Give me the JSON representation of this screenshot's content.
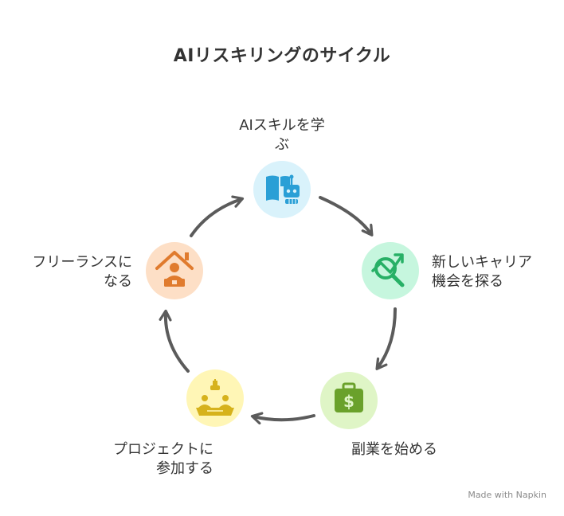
{
  "title": "AIリスキリングのサイクル",
  "steps": [
    {
      "label": "AIスキルを学\nぶ",
      "color": "#d9f2fb",
      "icon": "book-robot-icon"
    },
    {
      "label": "新しいキャリア\n機会を探る",
      "color": "#c6f6de",
      "icon": "chart-magnifier-icon"
    },
    {
      "label": "副業を始める",
      "color": "#dff5c6",
      "icon": "briefcase-dollar-icon"
    },
    {
      "label": "プロジェクトに\n参加する",
      "color": "#fff6b6",
      "icon": "team-meeting-icon"
    },
    {
      "label": "フリーランスに\nなる",
      "color": "#fddfc6",
      "icon": "home-office-icon"
    }
  ],
  "footer": "Made with  Napkin"
}
